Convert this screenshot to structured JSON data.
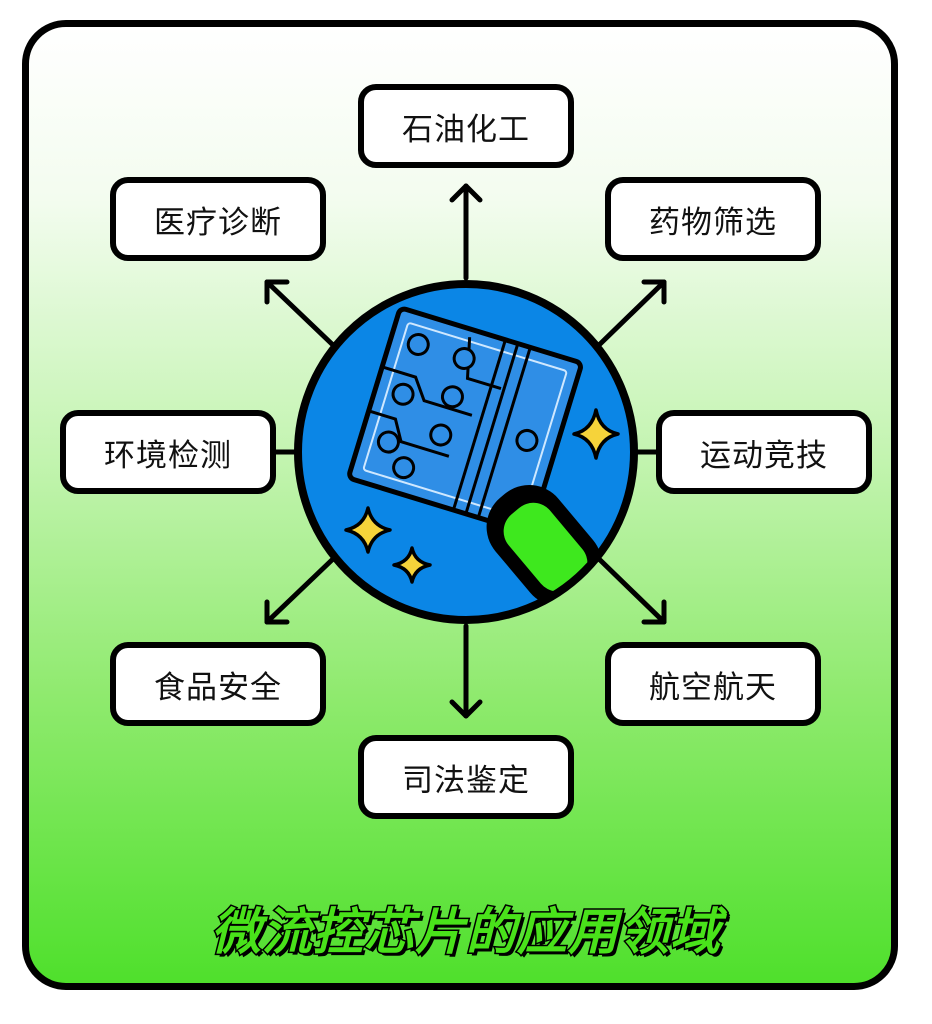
{
  "title": "微流控芯片的应用领域",
  "nodes": {
    "top": "石油化工",
    "top_left": "医疗诊断",
    "top_right": "药物筛选",
    "left": "环境检测",
    "right": "运动竞技",
    "bottom_left": "食品安全",
    "bottom_right": "航空航天",
    "bottom": "司法鉴定"
  },
  "icons": [
    "microfluidic-chip-icon",
    "sparkle-icon",
    "arrow-icon"
  ],
  "colors": {
    "frame_border": "#000000",
    "gradient_top": "#ffffff",
    "gradient_bottom": "#4fe02c",
    "center_circle": "#0b86e6",
    "chip": "#2f8ee6",
    "chip_tip": "#3ee81e",
    "sparkle": "#f6d33a",
    "title": "#49e21a"
  }
}
